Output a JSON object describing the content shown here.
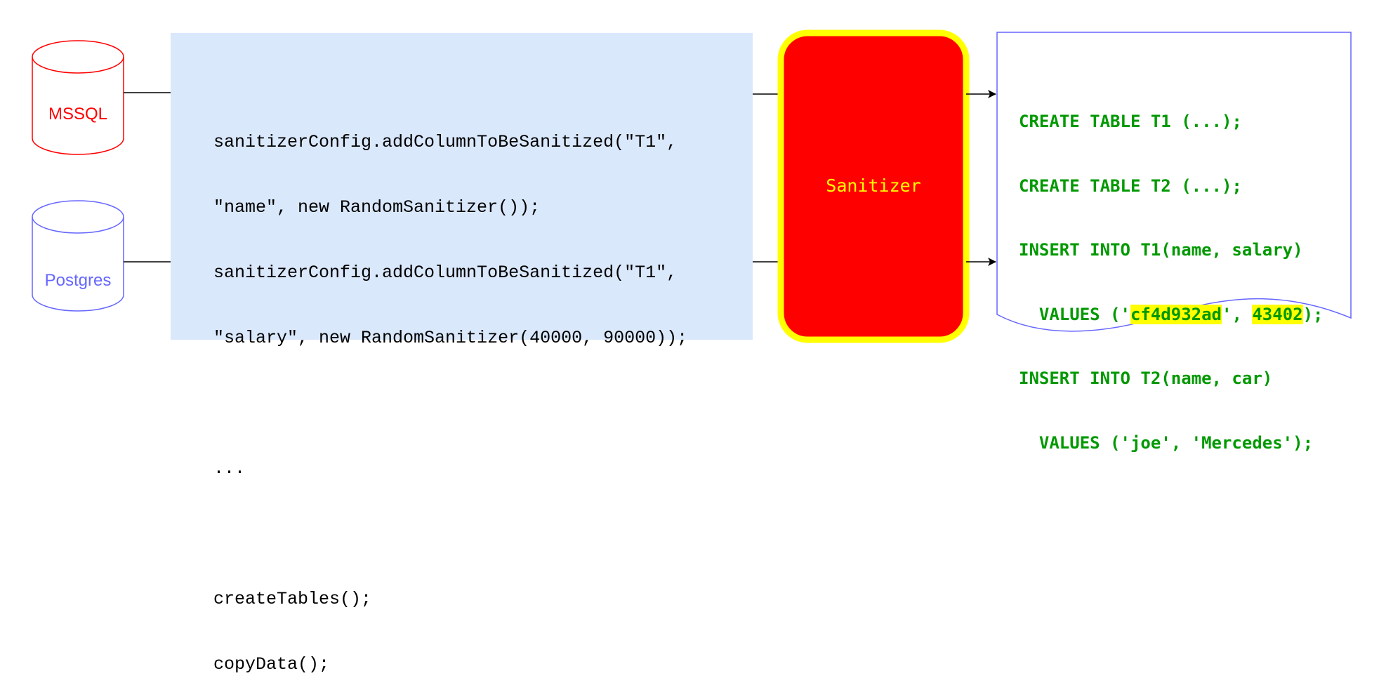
{
  "sources": [
    {
      "label": "MSSQL",
      "color": "#ff0000"
    },
    {
      "label": "Postgres",
      "color": "#6666ff"
    }
  ],
  "code": {
    "lines": [
      "sanitizerConfig.addColumnToBeSanitized(\"T1\",",
      "\"name\", new RandomSanitizer());",
      "sanitizerConfig.addColumnToBeSanitized(\"T1\",",
      "\"salary\", new RandomSanitizer(40000, 90000));",
      "",
      "...",
      "",
      "createTables();",
      "copyData();"
    ],
    "background": "#dae8fc"
  },
  "sanitizer": {
    "label": "Sanitizer",
    "fill": "#ff0000",
    "border": "#ffff00",
    "text_color": "#ffff00"
  },
  "output": {
    "border": "#6666ff",
    "text_color": "#009900",
    "highlight_color": "#ffff00",
    "lines": [
      {
        "text": "CREATE TABLE T1 (...);"
      },
      {
        "text": "CREATE TABLE T2 (...);"
      },
      {
        "text": "INSERT INTO T1(name, salary)"
      },
      {
        "pre": "  VALUES ('",
        "hl1": "cf4d932ad",
        "mid": "', ",
        "hl2": "43402",
        "post": ");"
      },
      {
        "text": "INSERT INTO T2(name, car)"
      },
      {
        "text": "  VALUES ('joe', 'Mercedes');"
      }
    ]
  }
}
